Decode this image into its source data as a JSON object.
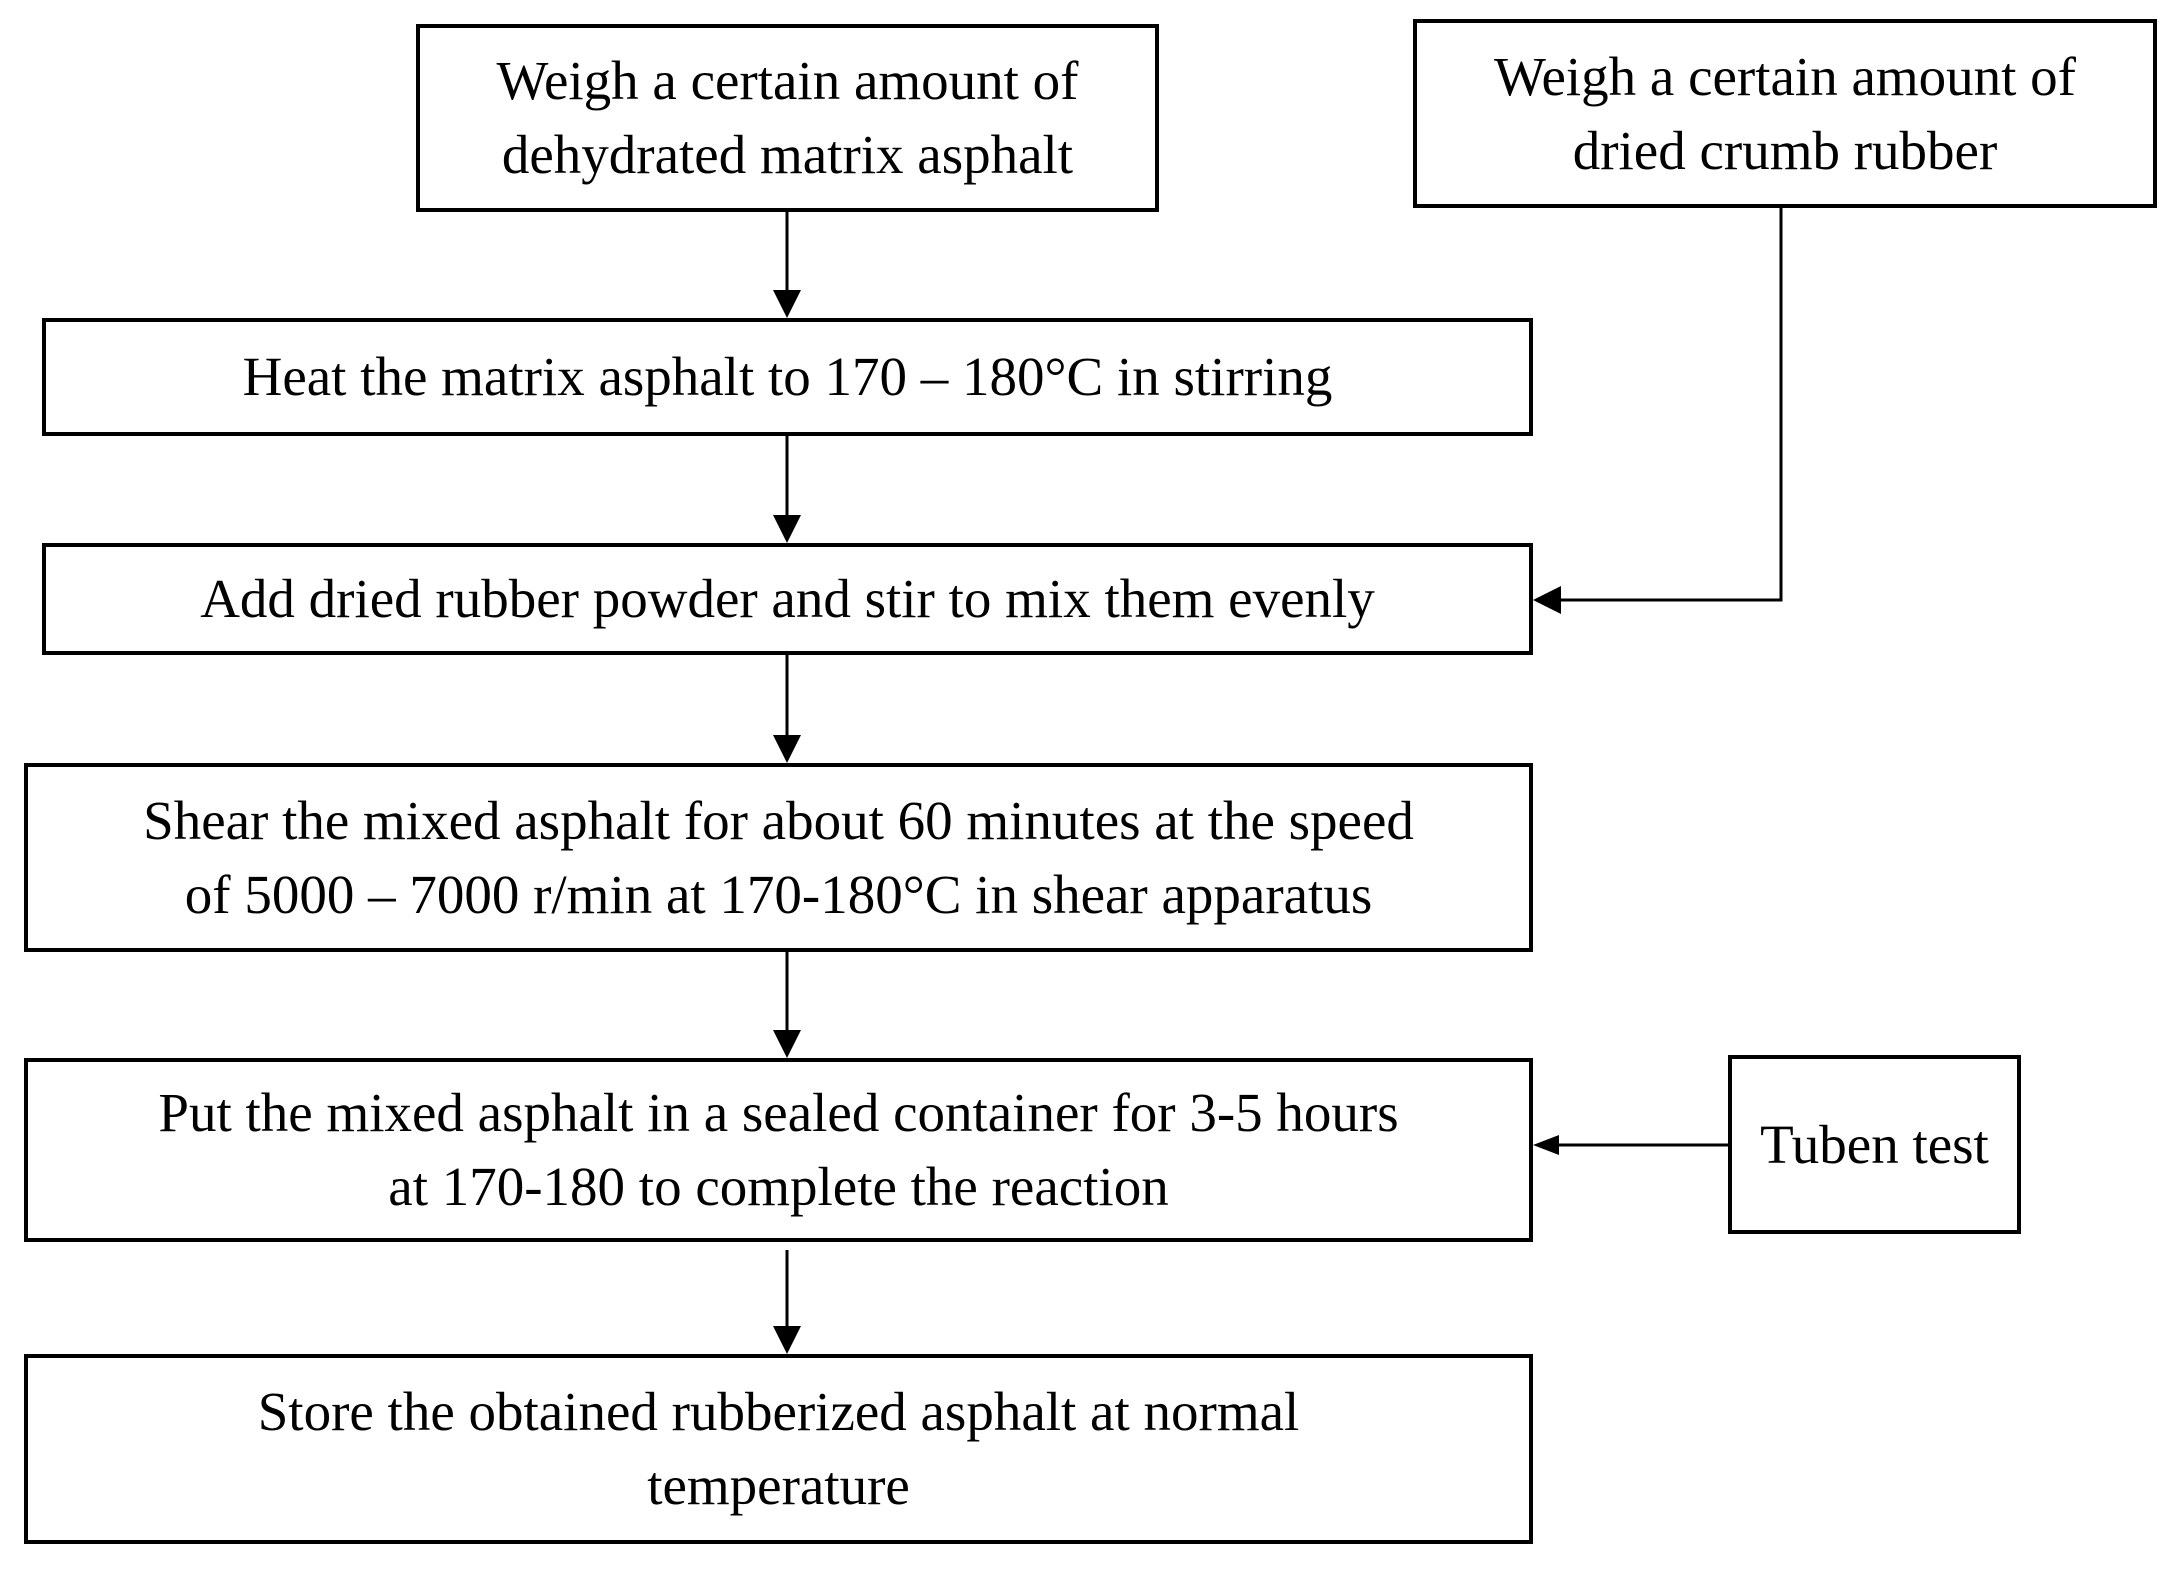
{
  "flowchart": {
    "steps": {
      "weigh_asphalt": {
        "line1": "Weigh  a certain amount  of",
        "line2": "dehydrated matrix  asphalt"
      },
      "weigh_rubber": {
        "line1": "Weigh  a certain amount  of",
        "line2": "dried crumb rubber"
      },
      "heat": {
        "line1": "Heat the matrix asphalt to 170 – 180°C in stirring"
      },
      "add_rubber": {
        "line1": "Add dried rubber powder and stir to mix them  evenly"
      },
      "shear": {
        "line1": "Shear the mixed asphalt for about 60 minutes  at the speed",
        "line2": "of 5000 – 7000 r/min at 170-180°C in shear apparatus"
      },
      "seal": {
        "line1": "Put the mixed asphalt in a sealed container for 3-5 hours",
        "line2": "at 170-180 to complete the reaction"
      },
      "tuben": {
        "line1": "Tuben test"
      },
      "store": {
        "line1": "Store the obtained rubberized asphalt at normal",
        "line2": "temperature"
      }
    }
  }
}
